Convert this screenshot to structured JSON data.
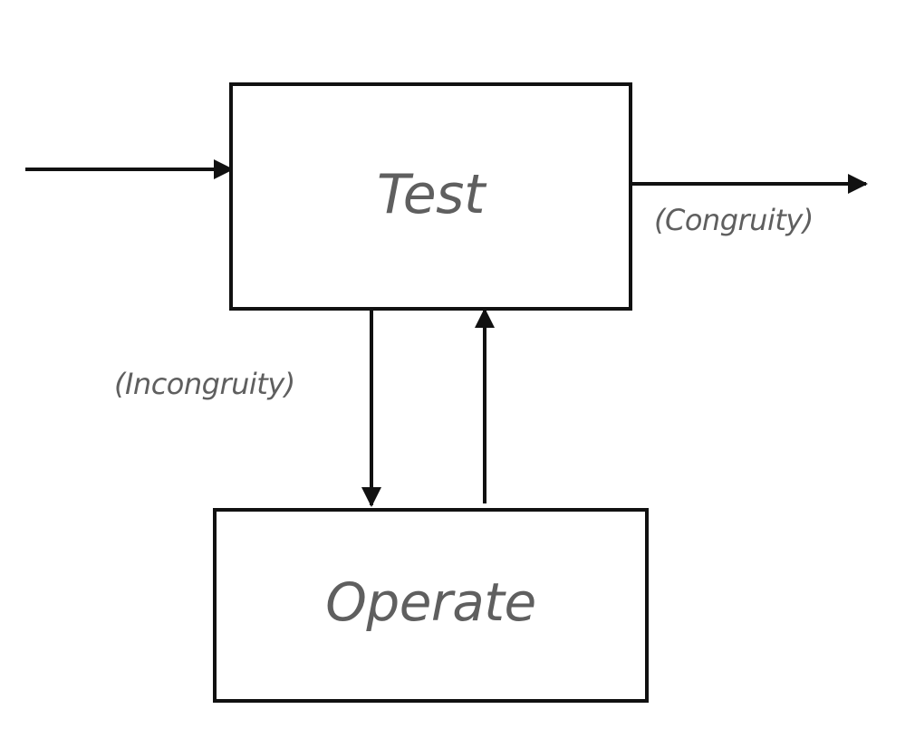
{
  "diagram": {
    "nodes": {
      "test": {
        "label": "Test"
      },
      "operate": {
        "label": "Operate"
      }
    },
    "edges": {
      "congruity": {
        "label": "(Congruity)"
      },
      "incongruity": {
        "label": "(Incongruity)"
      }
    },
    "colors": {
      "stroke": "#111111",
      "text": "#5f5f5f"
    }
  }
}
